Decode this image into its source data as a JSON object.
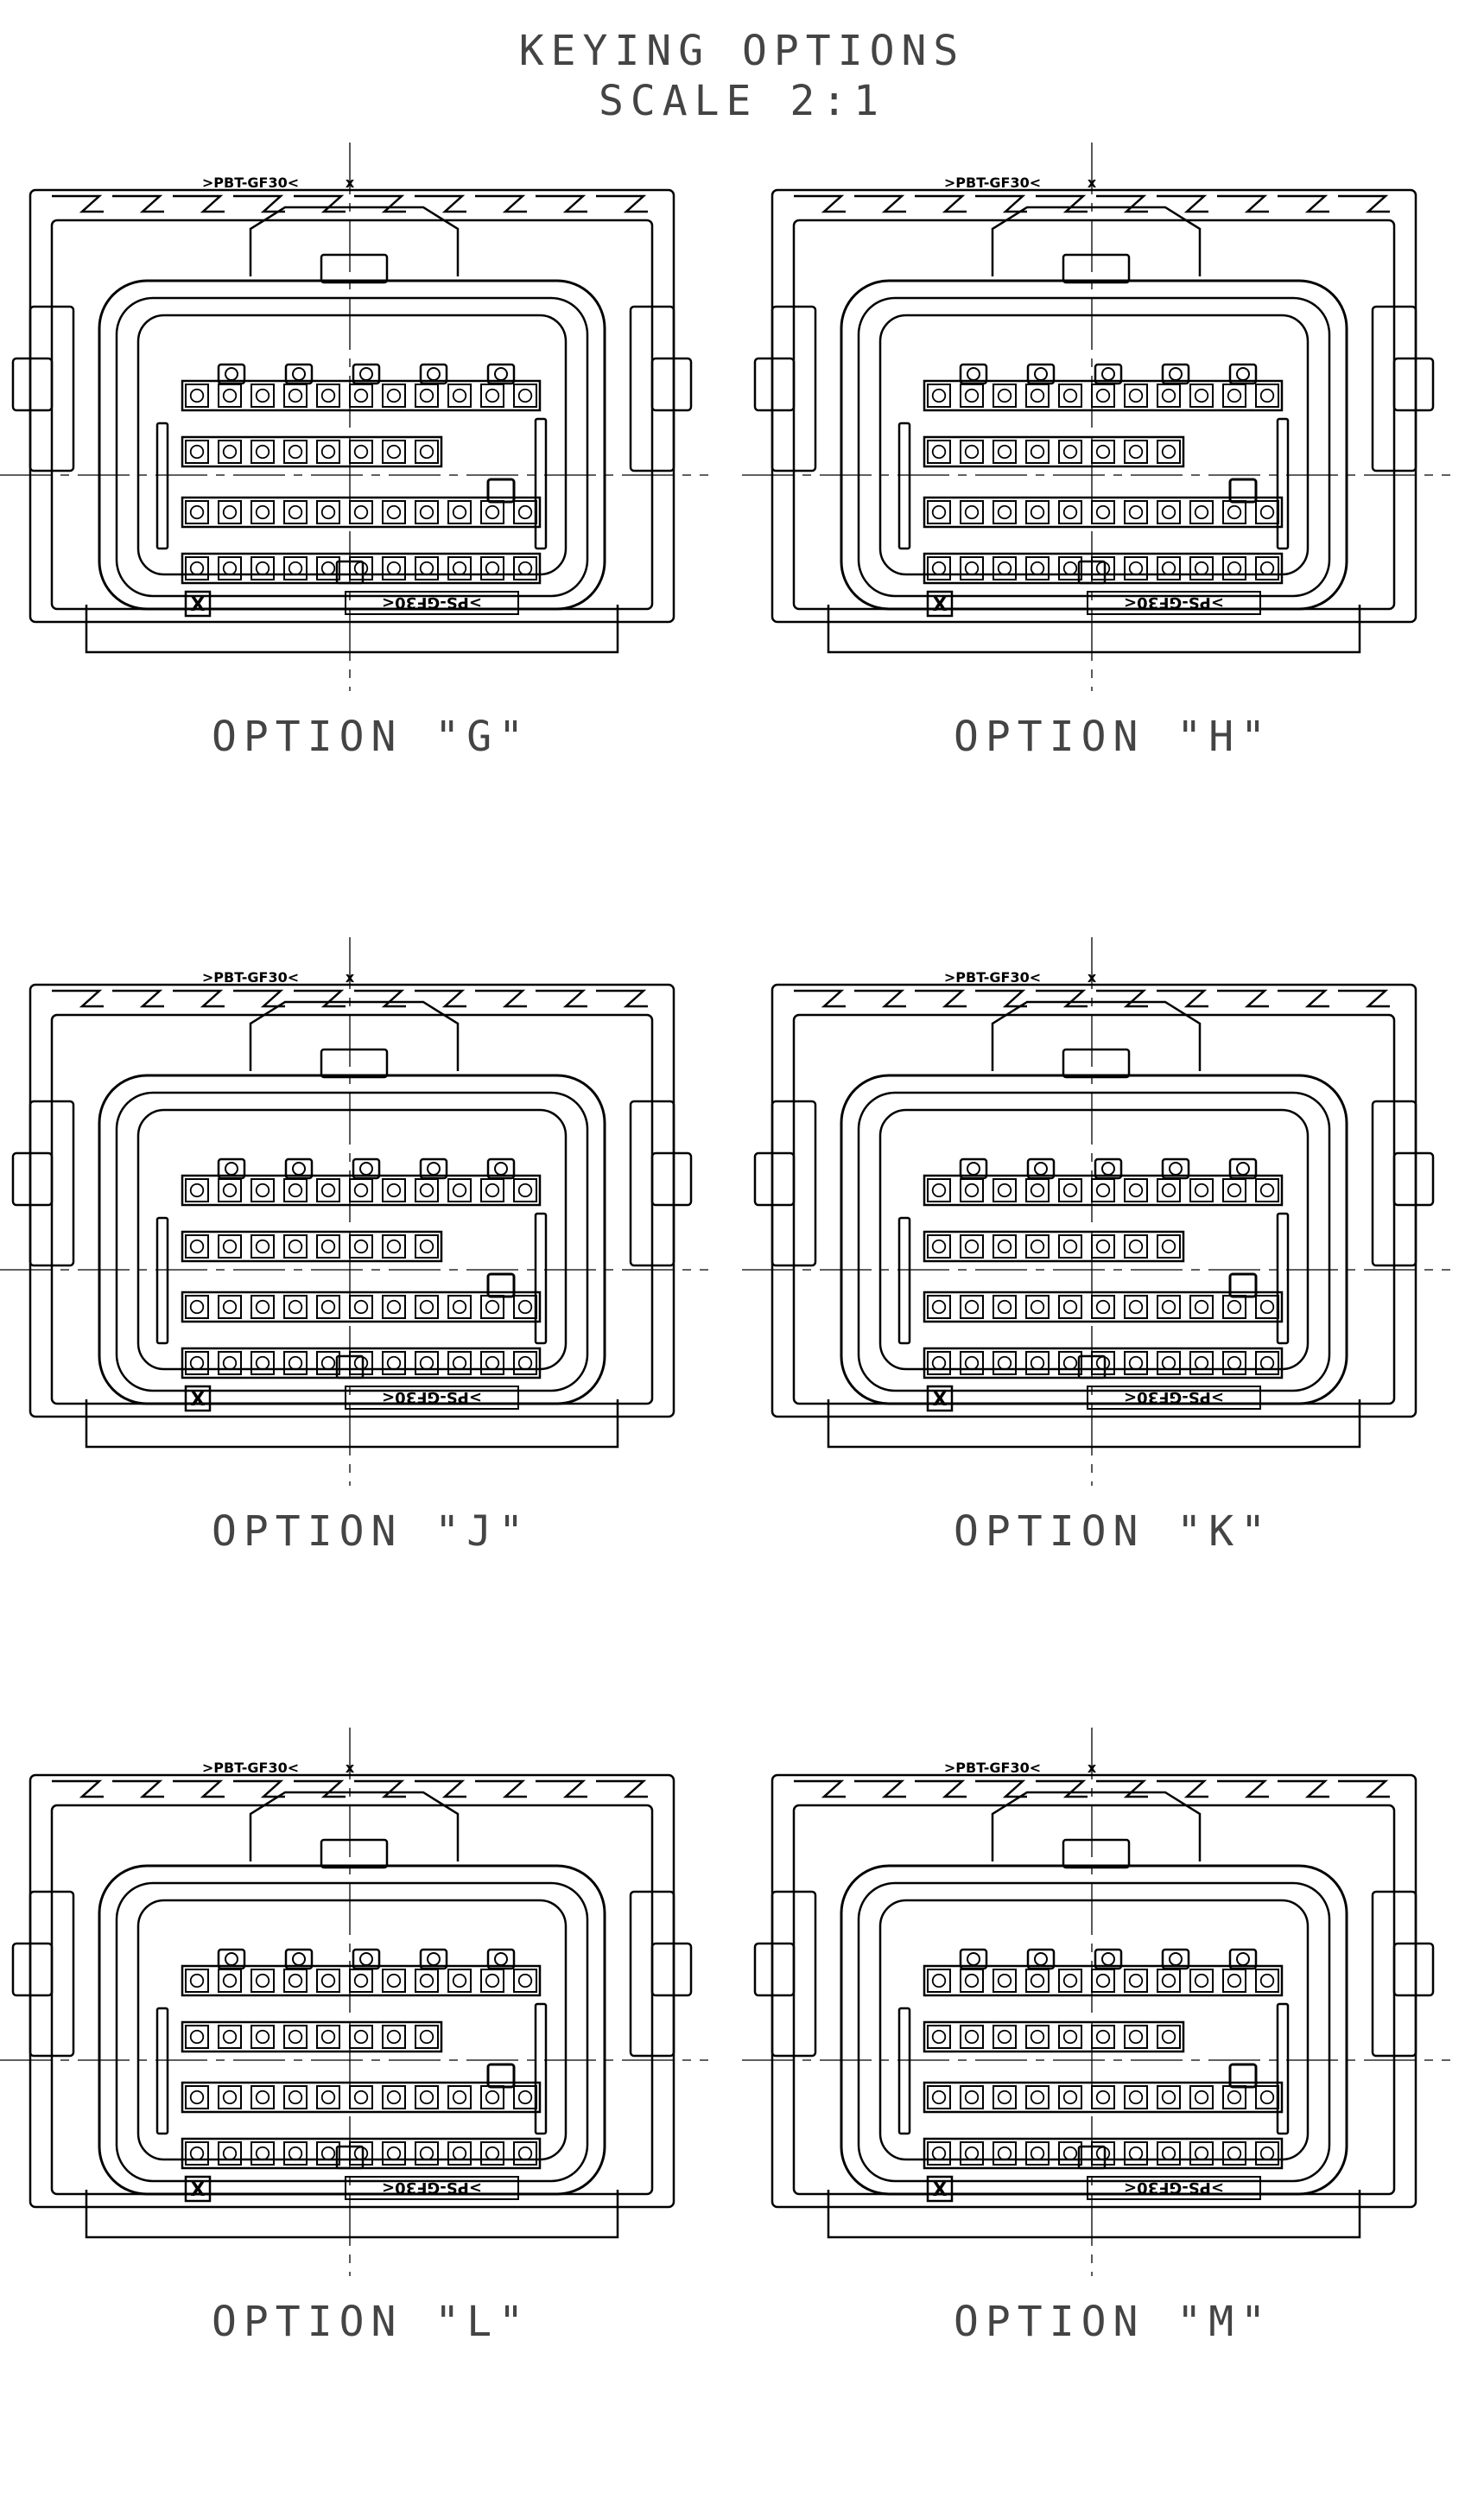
{
  "header": {
    "title": "KEYING OPTIONS",
    "scale": "SCALE 2:1"
  },
  "connector_markings": {
    "top_mark": ">PBT-GF30<",
    "cavity_mark": "X",
    "bottom_mark": ">PS-GF30<"
  },
  "views": [
    {
      "caption": "OPTION \"G\"",
      "variant": "G"
    },
    {
      "caption": "OPTION \"H\"",
      "variant": "H"
    },
    {
      "caption": "OPTION \"J\"",
      "variant": "J"
    },
    {
      "caption": "OPTION \"K\"",
      "variant": "K"
    },
    {
      "caption": "OPTION \"L\"",
      "variant": "L"
    },
    {
      "caption": "OPTION \"M\"",
      "variant": "M"
    }
  ]
}
